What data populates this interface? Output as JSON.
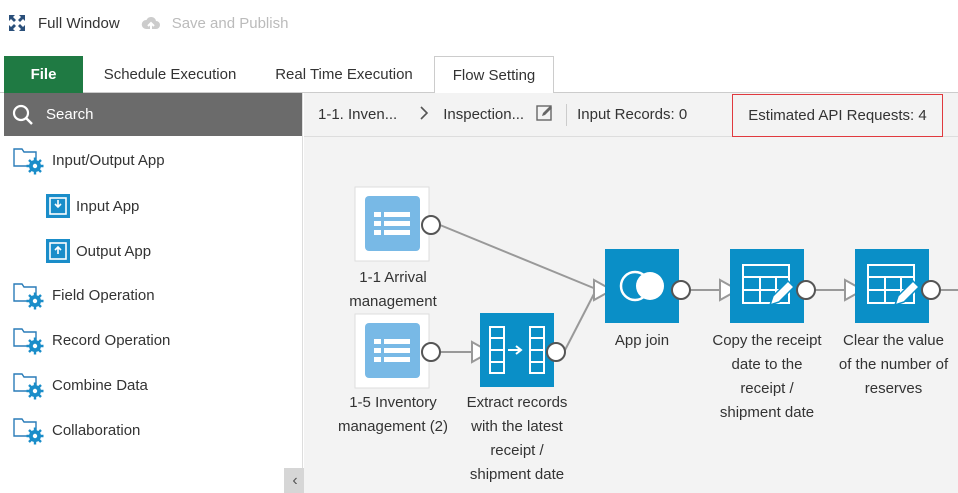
{
  "toolbar": {
    "full_window_label": "Full Window",
    "save_publish_label": "Save and Publish"
  },
  "tabs": [
    {
      "label": "File"
    },
    {
      "label": "Schedule Execution"
    },
    {
      "label": "Real Time Execution"
    },
    {
      "label": "Flow Setting"
    }
  ],
  "sidebar": {
    "search_placeholder": "Search",
    "items": [
      {
        "label": "Input/Output App"
      },
      {
        "label": "Input App"
      },
      {
        "label": "Output App"
      },
      {
        "label": "Field Operation"
      },
      {
        "label": "Record Operation"
      },
      {
        "label": "Combine Data"
      },
      {
        "label": "Collaboration"
      }
    ],
    "collapse_glyph": "‹"
  },
  "breadcrumb": {
    "item1": "1-1. Inven...",
    "item2": "Inspection...",
    "input_records": "Input Records: 0",
    "api_requests": "Estimated API Requests: 4"
  },
  "nodes": {
    "arrival": {
      "label1": "1-1 Arrival",
      "label2": "management"
    },
    "inventory": {
      "label1": "1-5 Inventory",
      "label2": "management (2)"
    },
    "extract": {
      "label1": "Extract records",
      "label2": "with the latest",
      "label3": "receipt /",
      "label4": "shipment date"
    },
    "join": {
      "label1": "App join"
    },
    "copy": {
      "label1": "Copy the receipt",
      "label2": "date to the",
      "label3": "receipt /",
      "label4": "shipment date"
    },
    "clear": {
      "label1": "Clear the value",
      "label2": "of the number of",
      "label3": "reserves"
    }
  },
  "colors": {
    "file_tab": "#1f7a43",
    "node_blue": "#0a8fc7",
    "node_light": "#78b9e6",
    "highlight": "#e0393e"
  }
}
